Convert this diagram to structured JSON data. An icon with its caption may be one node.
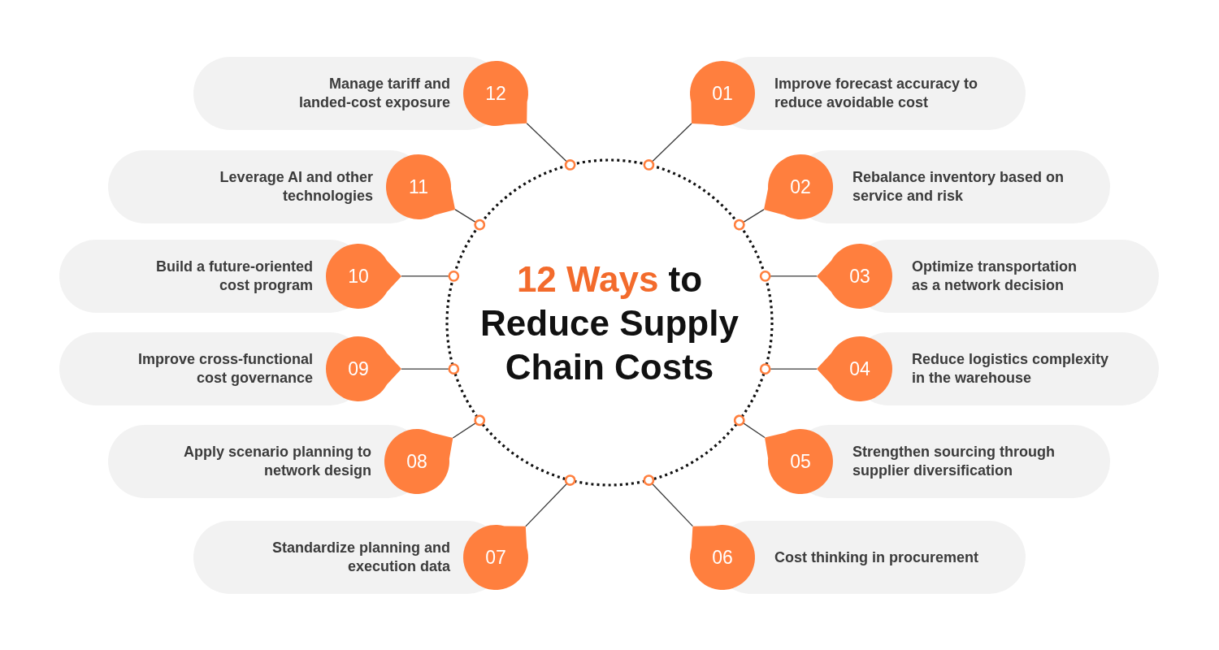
{
  "diagram": {
    "title": "**12 Ways** to Reduce Supply Chain Costs",
    "nodes": [
      {
        "text": [],
        "shape": "circle"
      },
      {
        "text": [
          "01"
        ]
      },
      {
        "text": [
          "Improve forecast accuracy to reduce avoidable cost"
        ]
      },
      {
        "text": [
          "02"
        ]
      },
      {
        "text": [
          "Rebalance inventory based on service and risk"
        ]
      },
      {
        "text": [
          "03"
        ]
      },
      {
        "text": [
          "Optimize transportation as a network decision"
        ]
      },
      {
        "text": [
          "04"
        ]
      },
      {
        "text": [
          "Reduce logistics complexity in the warehouse"
        ]
      },
      {
        "text": [
          "05"
        ]
      },
      {
        "text": [
          "Strengthen sourcing through supplier diversification"
        ]
      },
      {
        "text": [
          "06"
        ]
      },
      {
        "text": [
          "Cost thinking in procurement"
        ]
      },
      {
        "text": [
          "07"
        ]
      },
      {
        "text": [
          "Standardize planning and execution data"
        ]
      },
      {
        "text": [
          "08"
        ]
      },
      {
        "text": [
          "Apply scenario planning to network design"
        ]
      },
      {
        "text": [
          "09"
        ]
      },
      {
        "text": [
          "Improve cross-functional cost governance"
        ]
      },
      {
        "text": [
          "10"
        ]
      },
      {
        "text": [
          "Build a future-oriented cost program"
        ]
      },
      {
        "text": [
          "11"
        ]
      },
      {
        "text": [
          "Leverage AI and other technologies"
        ]
      },
      {
        "text": [
          "12"
        ]
      },
      {
        "text": [
          "Manage tariff and landed-cost exposure"
        ]
      }
    ],
    "edges": [
      {
        "from": 1,
        "to": 0,
        "arrow": "other"
      },
      {
        "from": 3,
        "to": 0,
        "arrow": "other"
      },
      {
        "from": 5,
        "to": 0,
        "arrow": "other"
      },
      {
        "from": 7,
        "to": 0,
        "arrow": "other"
      },
      {
        "from": 9,
        "to": 0,
        "arrow": "other"
      },
      {
        "from": 11,
        "to": 0,
        "arrow": "other"
      },
      {
        "from": 13,
        "to": 0,
        "arrow": "other"
      },
      {
        "from": 15,
        "to": 0,
        "arrow": "other"
      },
      {
        "from": 17,
        "to": 0,
        "arrow": "other"
      },
      {
        "from": 19,
        "to": 0,
        "arrow": "other"
      },
      {
        "from": 21,
        "to": 0,
        "arrow": "other"
      },
      {
        "from": 23,
        "to": 0,
        "arrow": "other"
      }
    ]
  }
}
